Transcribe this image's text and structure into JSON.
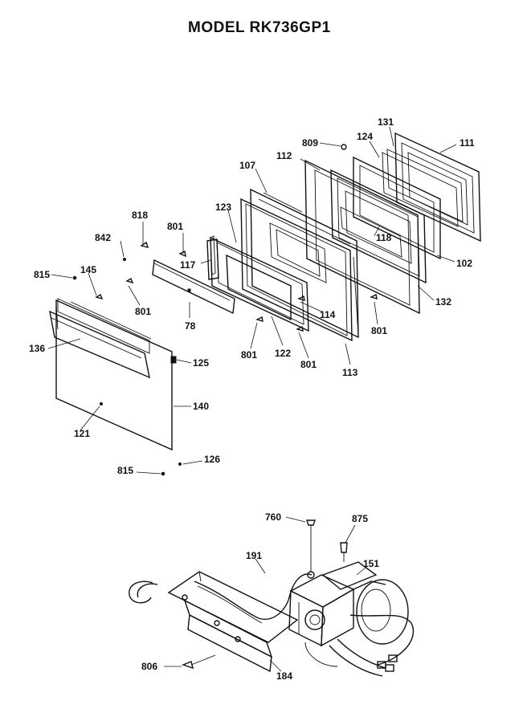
{
  "title": "MODEL RK736GP1",
  "labels": {
    "l111": "111",
    "l131": "131",
    "l124": "124",
    "l809": "809",
    "l112": "112",
    "l107": "107",
    "l118": "118",
    "l102": "102",
    "l132": "132",
    "l123": "123",
    "l818": "818",
    "l801a": "801",
    "l842": "842",
    "l117": "117",
    "l815a": "815",
    "l145": "145",
    "l801b": "801",
    "l78": "78",
    "l114": "114",
    "l801c": "801",
    "l801d": "801",
    "l122": "122",
    "l801e": "801",
    "l113": "113",
    "l136": "136",
    "l125": "125",
    "l140": "140",
    "l121": "121",
    "l815b": "815",
    "l126": "126",
    "l760": "760",
    "l875": "875",
    "l191": "191",
    "l151": "151",
    "l806": "806",
    "l184": "184"
  }
}
